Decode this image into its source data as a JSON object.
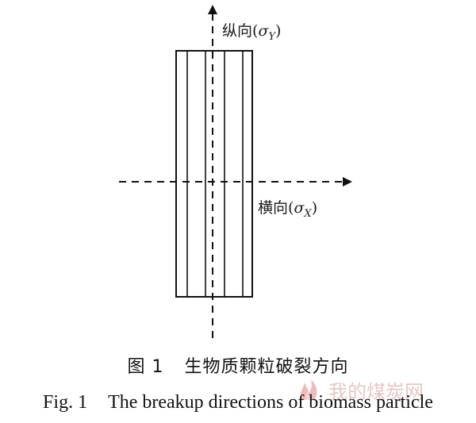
{
  "diagram": {
    "vertical_axis": {
      "name": "纵向",
      "symbol": "σ",
      "subscript": "Y"
    },
    "horizontal_axis": {
      "name": "横向",
      "symbol": "σ",
      "subscript": "X"
    }
  },
  "caption": {
    "cn_number": "图 1",
    "cn_title": "生物质颗粒破裂方向",
    "en_number": "Fig. 1",
    "en_title": "The breakup directions of biomass particle"
  },
  "watermark": {
    "text": "我的煤炭网",
    "icon": "flame-logo-icon"
  }
}
